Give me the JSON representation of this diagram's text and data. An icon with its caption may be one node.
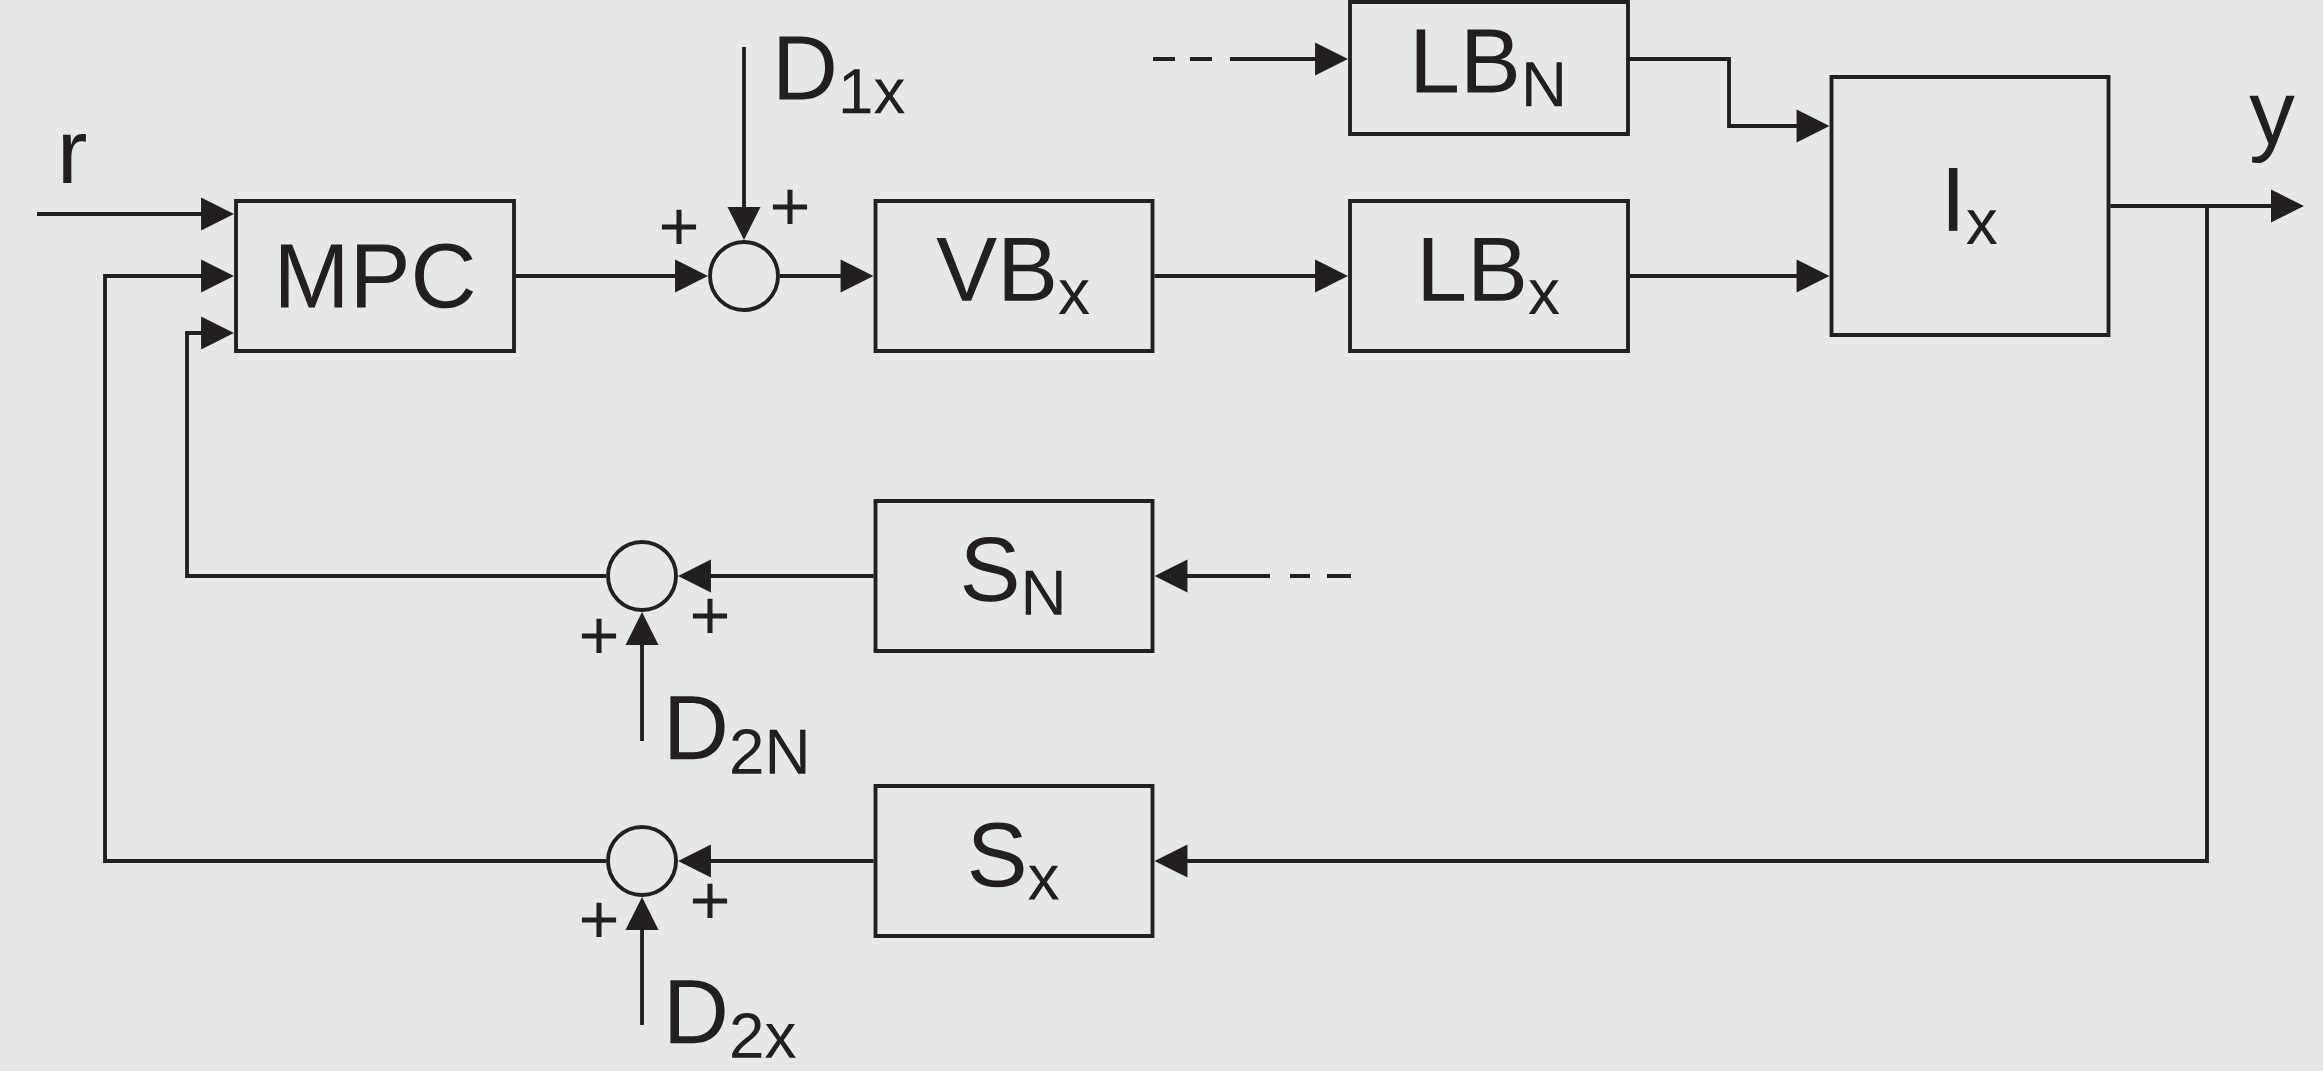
{
  "diagram": {
    "nodes": [
      {
        "text": [
          "r"
        ]
      },
      {
        "text": [
          "MPC"
        ]
      },
      {
        "text": [],
        "shape": "circle"
      },
      {
        "text": [
          "D$_{1x}$"
        ]
      },
      {
        "text": [
          "VB$_{x}$"
        ]
      },
      {
        "text": [
          "LB$_{x}$"
        ]
      },
      {
        "text": [
          "LB$_{N}$"
        ]
      },
      {
        "text": [
          "I$_{x}$"
        ]
      },
      {
        "text": [
          "y"
        ]
      },
      {
        "text": [
          "S$_{N}$"
        ]
      },
      {
        "text": [],
        "shape": "circle"
      },
      {
        "text": [
          "D$_{2N}$"
        ]
      },
      {
        "text": [
          "S$_{x}$"
        ]
      },
      {
        "text": [],
        "shape": "circle"
      },
      {
        "text": [
          "D$_{2x}$"
        ]
      }
    ],
    "edges": [
      {
        "from": 0,
        "to": 1,
        "arrow": "to"
      },
      {
        "from": 1,
        "to": 2,
        "arrow": "to"
      },
      {
        "from": 3,
        "to": 2,
        "arrow": "to"
      },
      {
        "from": 2,
        "to": 4,
        "arrow": "to"
      },
      {
        "from": 4,
        "to": 5,
        "arrow": "to"
      },
      {
        "from": 5,
        "to": 7,
        "arrow": "to"
      },
      {
        "from": null,
        "to": 6,
        "arrow": "to",
        "style": "dashed"
      },
      {
        "from": 6,
        "to": 7,
        "arrow": "to"
      },
      {
        "from": 7,
        "to": 8,
        "arrow": "to"
      },
      {
        "from": 7,
        "to": 12,
        "arrow": "to"
      },
      {
        "from": null,
        "to": 9,
        "arrow": "to",
        "style": "dashed"
      },
      {
        "from": 9,
        "to": 10,
        "arrow": "to"
      },
      {
        "from": 11,
        "to": 10,
        "arrow": "to"
      },
      {
        "from": 10,
        "to": 1,
        "arrow": "to"
      },
      {
        "from": 12,
        "to": 13,
        "arrow": "to"
      },
      {
        "from": 14,
        "to": 13,
        "arrow": "to"
      },
      {
        "from": 13,
        "to": 1,
        "arrow": "to"
      }
    ],
    "labels": [
      "+",
      "+",
      "+",
      "+",
      "+",
      "+"
    ]
  }
}
